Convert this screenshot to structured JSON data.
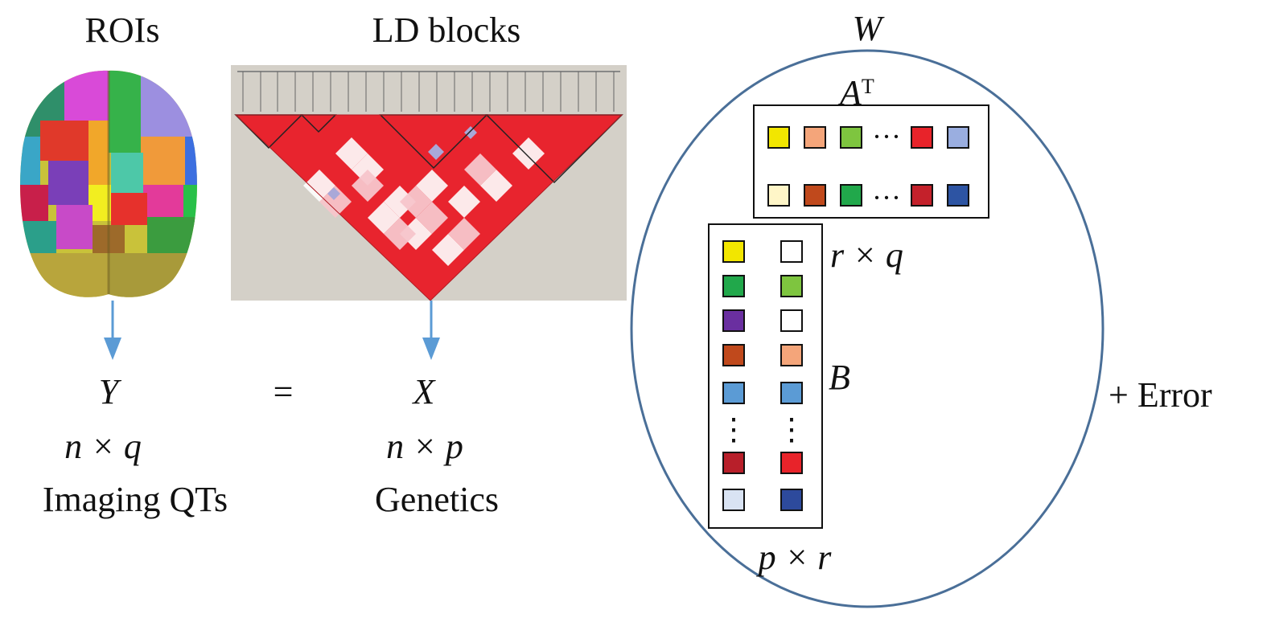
{
  "left": {
    "rois_label": "ROIs",
    "ld_label": "LD blocks",
    "y_symbol": "Y",
    "equals": "=",
    "x_symbol": "X",
    "y_dim": "n × q",
    "x_dim": "n × p",
    "y_caption": "Imaging QTs",
    "x_caption": "Genetics"
  },
  "right": {
    "w_symbol": "W",
    "at_symbol": "A",
    "at_sup": "T",
    "a_dim": "r × q",
    "b_symbol": "B",
    "b_dim": "p × r",
    "error": "+ Error",
    "ellipsis_h": "···",
    "ellipsis_v": "⋮"
  },
  "colors": {
    "arrow": "#5b9bd5",
    "ellipse": "#4a6f98",
    "a_row1": [
      "#f2e600",
      "#f4a57a",
      "#7ec53f",
      "#e8232a",
      "#9aaee0"
    ],
    "a_row2": [
      "#fff6c8",
      "#c0491c",
      "#21a84b",
      "#c4212b",
      "#2d54a3"
    ],
    "b_col1": [
      "#f2e600",
      "#21a84b",
      "#6a2fa0",
      "#c0491c",
      "#5b9bd5",
      "#b81f2a",
      "#d9e3f3"
    ],
    "b_col2": [
      "#ffffff",
      "#7ec53f",
      "#ffffff",
      "#f4a57a",
      "#5b9bd5",
      "#e8232a",
      "#2d4a9c"
    ]
  }
}
